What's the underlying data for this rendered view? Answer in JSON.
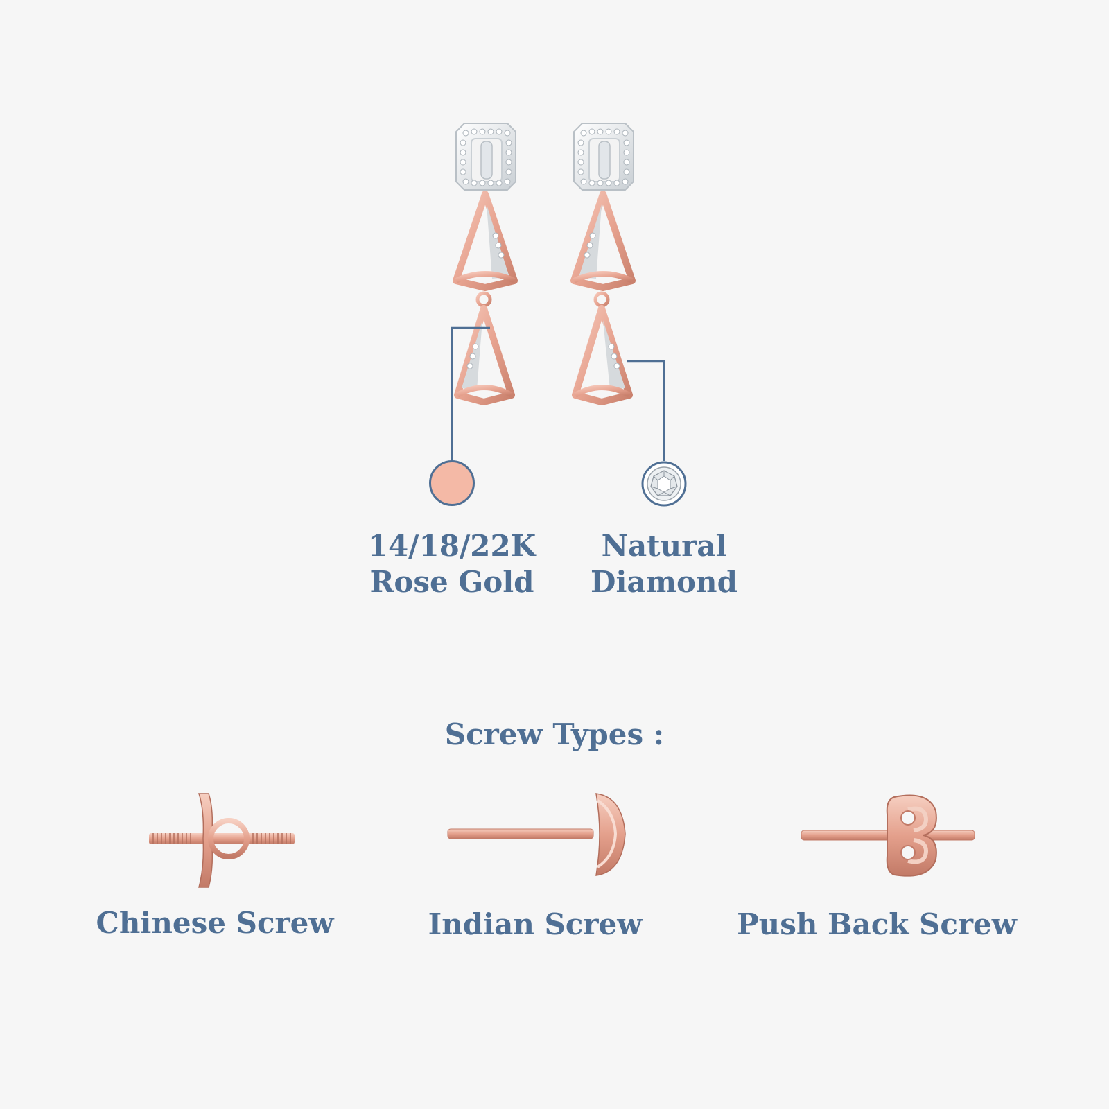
{
  "specs": {
    "metal": {
      "line1": "14/18/22K",
      "line2": "Rose Gold",
      "swatch_color": "#f4b9a6",
      "swatch_border": "#4f6f94"
    },
    "stone": {
      "line1": "Natural",
      "line2": "Diamond",
      "icon": "diamond-icon"
    }
  },
  "screw_section": {
    "heading": "Screw Types :",
    "types": [
      {
        "label": "Chinese Screw",
        "icon": "chinese-screw-icon"
      },
      {
        "label": "Indian Screw",
        "icon": "indian-screw-icon"
      },
      {
        "label": "Push Back Screw",
        "icon": "push-back-screw-icon"
      }
    ]
  },
  "colors": {
    "background": "#f6f6f6",
    "text": "#4f6f94",
    "rose_gold": "#e8a998",
    "rose_gold_dark": "#c97f6c",
    "diamond": "#e8edf0"
  }
}
